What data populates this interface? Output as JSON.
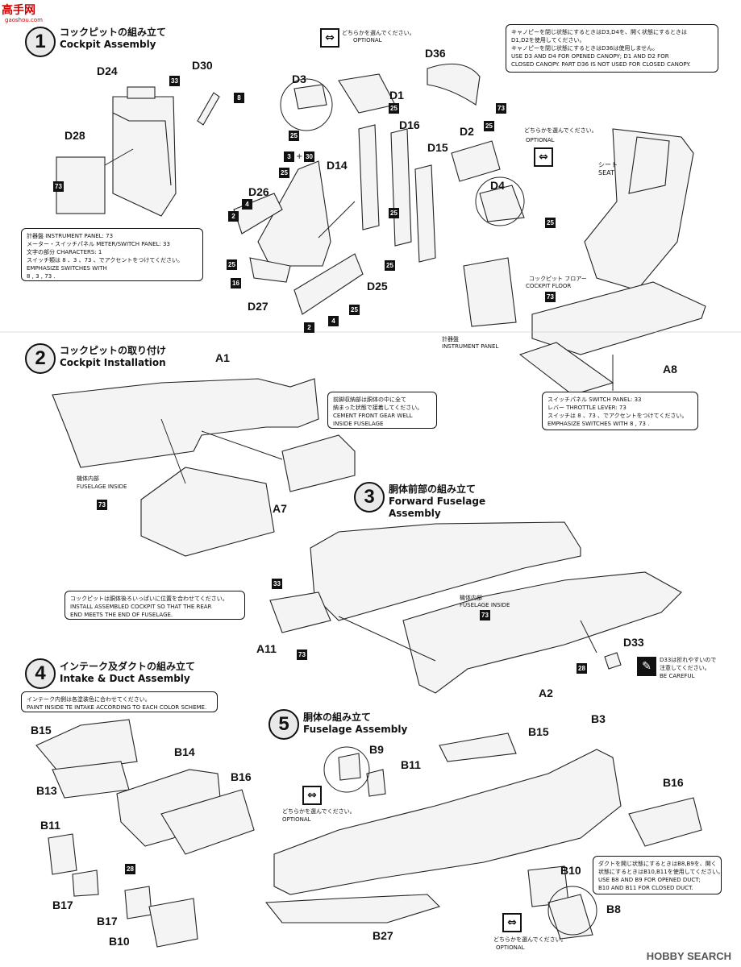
{
  "watermark": {
    "text": "高手网",
    "sub": "gaoshou.com"
  },
  "steps": [
    {
      "num": "1",
      "ja": "コックピットの組み立て",
      "en": "Cockpit Assembly"
    },
    {
      "num": "2",
      "ja": "コックピットの取り付け",
      "en": "Cockpit Installation"
    },
    {
      "num": "3",
      "ja": "胴体前部の組み立て",
      "en": "Forward Fuselage Assembly"
    },
    {
      "num": "4",
      "ja": "インテーク及ダクトの組み立て",
      "en": "Intake & Duct Assembly"
    },
    {
      "num": "5",
      "ja": "胴体の組み立て",
      "en": "Fuselage Assembly"
    }
  ],
  "optional": {
    "ja": "どちらかを選んでください。",
    "en": "OPTIONAL"
  },
  "step1": {
    "parts": [
      "D24",
      "D30",
      "D28",
      "D3",
      "D1",
      "D36",
      "D16",
      "D15",
      "D2",
      "D14",
      "D4",
      "D26",
      "D25",
      "D27"
    ],
    "seat_ja": "シート",
    "seat_en": "SEAT",
    "floor_ja": "コックピット フロアー",
    "floor_en": "COCKPIT FLOOR",
    "panel_ja": "計器盤",
    "panel_en": "INSTRUMENT PANEL",
    "a8": "A8",
    "note_left": [
      "計器盤  INSTRUMENT PANEL: 73",
      "メーター・スイッチパネル  METER/SWITCH PANEL: 33",
      "文字の部分  CHARACTERS: 1",
      "スイッチ類は 8 、3 、73 、でアクセントをつけてください。",
      "EMPHASIZE SWITCHES WITH",
      "8 , 3 , 73 ."
    ],
    "note_canopy": [
      "キャノピーを閉じ状態にするときはD3,D4を、開く状態にするときは",
      "D1,D2を使用してください。",
      "キャノピーを閉じ状態にするときはD36は使用しません。",
      "USE D3 AND D4 FOR OPENED CANOPY; D1 AND D2 FOR",
      "CLOSED CANOPY. PART D36 IS NOT USED FOR CLOSED CANOPY."
    ],
    "note_switch": [
      "スイッチパネル  SWITCH PANEL: 33",
      "レバー  THROTTLE LEVER: 73",
      "スイッチは 8 、73 、でアクセントをつけてください。",
      "EMPHASIZE SWITCHES WITH 8 , 73 ."
    ]
  },
  "step2": {
    "a1": "A1",
    "a7": "A7",
    "fus_ja": "機体内部",
    "fus_en": "FUSELAGE INSIDE",
    "note_gear": [
      "前脚収納部は胴体の中に全て",
      "納まった状態で接着してください。",
      "CEMENT FRONT GEAR WELL",
      "INSIDE FUSELAGE"
    ],
    "note_install": [
      "コックピットは胴体後ろいっぱいに位置を合わせてください。",
      "INSTALL ASSEMBLED COCKPIT SO THAT THE REAR",
      "END MEETS THE END OF FUSELAGE."
    ]
  },
  "step3": {
    "a11": "A11",
    "a2": "A2",
    "d33": "D33",
    "fus_ja": "機体内部",
    "fus_en": "FUSELAGE INSIDE",
    "careful_ja": "D33は折れやすいので",
    "careful_ja2": "注意してください。",
    "careful_en": "BE  CAREFUL"
  },
  "step4": {
    "note": [
      "インテーク内側は各塗装色に合わせてください。",
      "PAINT INSIDE TE INTAKE ACCORDING TO EACH COLOR SCHEME."
    ],
    "parts": [
      "B15",
      "B13",
      "B14",
      "B16",
      "B11",
      "B17",
      "B17",
      "B10"
    ]
  },
  "step5": {
    "parts": [
      "B9",
      "B11",
      "B15",
      "B3",
      "B16",
      "B10",
      "B8",
      "B27"
    ],
    "note_duct": [
      "ダクトを開じ状態にするときはB8,B9を、開く",
      "状態にするときはB10,B11を使用してください。",
      "USE B8 AND B9 FOR OPENED DUCT;",
      "B10 AND B11 FOR CLOSED DUCT."
    ]
  },
  "colors": [
    "73",
    "33",
    "8",
    "3",
    "30",
    "25",
    "2",
    "4",
    "16",
    "28",
    "1"
  ],
  "footer": "HOBBY SEARCH"
}
